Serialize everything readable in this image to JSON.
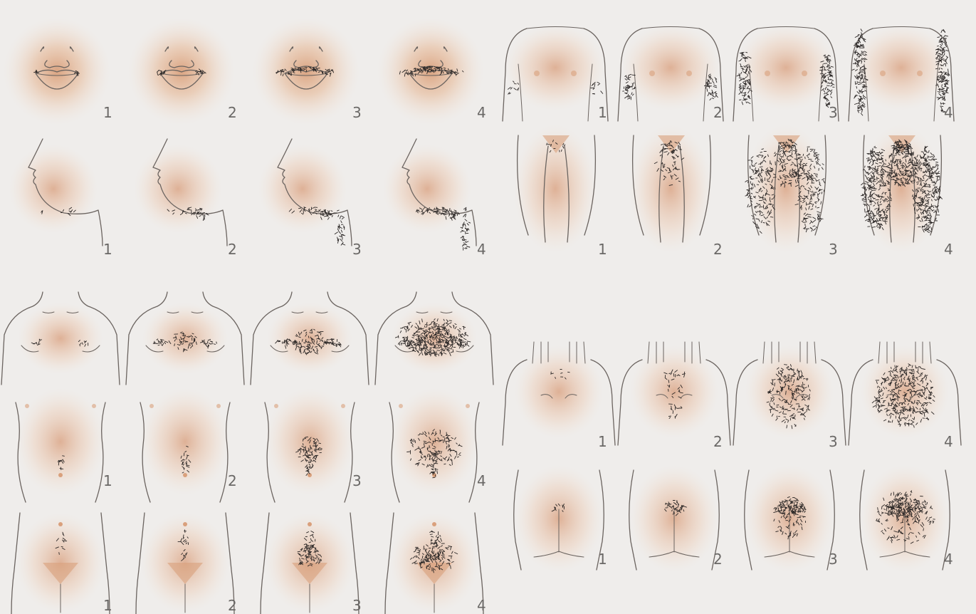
{
  "colors": {
    "background": "#efedeb",
    "skin": "#d9a07c",
    "skin_light": "#f3e1d3",
    "outline": "#6b6460",
    "hair": "#2b2726",
    "number": "#6a6866"
  },
  "figure": {
    "panels": [
      {
        "region": "upper-lip",
        "view": "face-front",
        "scores": [
          "1",
          "2",
          "3",
          "4"
        ]
      },
      {
        "region": "chin",
        "view": "face-profile",
        "scores": [
          "1",
          "2",
          "3",
          "4"
        ]
      },
      {
        "region": "upper-arms",
        "view": "torso-arms",
        "scores": [
          "1",
          "2",
          "3",
          "4"
        ]
      },
      {
        "region": "thighs",
        "view": "thighs",
        "scores": [
          "1",
          "2",
          "3",
          "4"
        ]
      },
      {
        "region": "chest",
        "view": "chest",
        "scores": [
          "1",
          "2",
          "3",
          "4"
        ]
      },
      {
        "region": "upper-abdomen",
        "view": "abdomen-upper",
        "scores": [
          "1",
          "2",
          "3",
          "4"
        ]
      },
      {
        "region": "lower-abdomen",
        "view": "abdomen-lower",
        "scores": [
          "1",
          "2",
          "3",
          "4"
        ]
      },
      {
        "region": "upper-back",
        "view": "back-upper",
        "scores": [
          "1",
          "2",
          "3",
          "4"
        ]
      },
      {
        "region": "lower-back",
        "view": "back-lower",
        "scores": [
          "1",
          "2",
          "3",
          "4"
        ]
      }
    ]
  }
}
